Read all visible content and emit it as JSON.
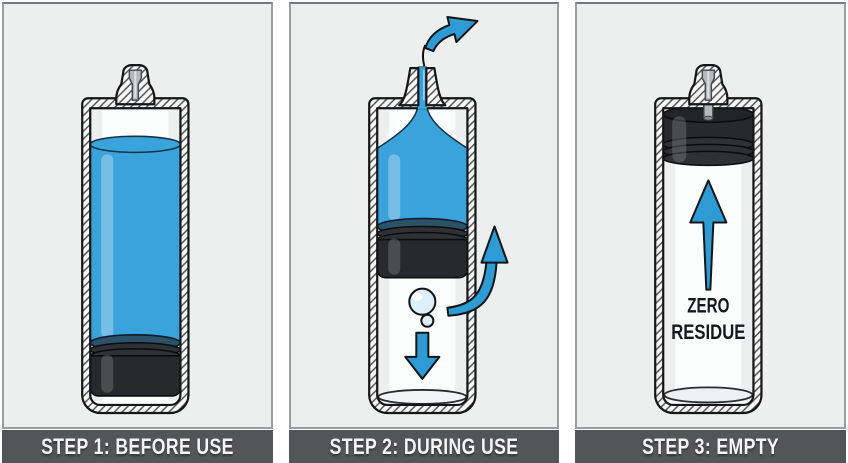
{
  "colors": {
    "page_bg": "#ffffff",
    "panel_bg": "#edeeee",
    "panel_border": "#9b9fa2",
    "caption_bg": "#545558",
    "caption_text": "#f5f5f5",
    "liquid_blue": "#3ba3db",
    "arrow_blue": "#2f9bd4",
    "outline": "#131517",
    "piston_dark": "#28292c",
    "piston_top_under_liquid": "#2b5268",
    "cavity_bg": "#fbfcfc"
  },
  "panels": [
    {
      "id": "step-1",
      "caption": "STEP 1: BEFORE USE",
      "icons": [
        "capped-nozzle",
        "liquid-fill",
        "piston-at-bottom"
      ]
    },
    {
      "id": "step-2",
      "caption": "STEP 2: DURING USE",
      "icons": [
        "dispense-flow-arrow",
        "piston-rise-arrow",
        "air-bubble",
        "downward-arrow"
      ]
    },
    {
      "id": "step-3",
      "caption": "STEP 3: EMPTY",
      "icons": [
        "capped-nozzle",
        "upward-arrow",
        "piston-at-top"
      ],
      "label": {
        "line1": "ZERO",
        "line2": "RESIDUE"
      }
    }
  ]
}
